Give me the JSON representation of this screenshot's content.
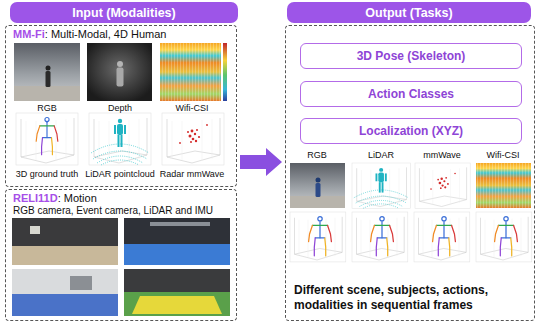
{
  "diagram": {
    "nodes": [
      {
        "text": [
          "Input (Modalities)"
        ]
      },
      {
        "text": [
          "MM-Fi",
          ": Multi-Modal, 4D Human"
        ]
      },
      {
        "text": [
          "RELI11D",
          ": Motion",
          "RGB camera, Event camera, LiDAR and IMU"
        ]
      },
      {
        "text": [
          "Output (Tasks)"
        ]
      },
      {
        "text": [
          "Different scene, subjects, actions, modalities in sequential frames"
        ]
      },
      {
        "text": [
          "3D Pose (Skeleton)"
        ],
        "in": 4
      },
      {
        "text": [
          "Action Classes"
        ],
        "in": 4
      },
      {
        "text": [
          "Localization (XYZ)"
        ],
        "in": 4
      }
    ],
    "edges": [
      {
        "from": 1,
        "to": 4,
        "arrow": "to"
      }
    ],
    "labels": [
      "RGB",
      "Depth",
      "Wifi-CSI",
      "3D ground truth",
      "LiDAR pointcloud",
      "Radar mmWave",
      "RGB",
      "LiDAR",
      "mmWave",
      "Wifi-CSI"
    ]
  }
}
